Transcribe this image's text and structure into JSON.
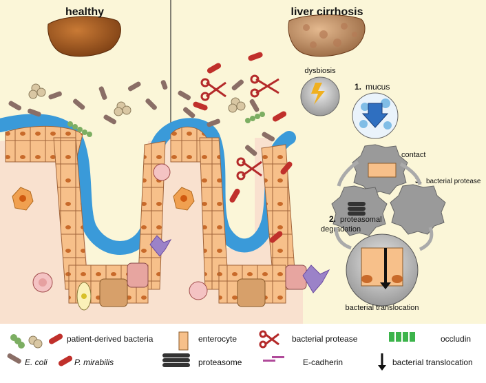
{
  "panels": {
    "healthy_title": "healthy",
    "cirrhosis_title": "liver cirrhosis"
  },
  "mechanism": {
    "dysbiosis": "dysbiosis",
    "mucus_num": "1.",
    "mucus": "mucus",
    "contact": "contact",
    "protease_num": "3.",
    "protease": "bacterial protease",
    "proteasomal_num": "2.",
    "proteasomal_line1": "proteasomal",
    "proteasomal_line2": "degradation",
    "translocation": "bacterial translocation"
  },
  "legend": {
    "patient_bacteria": "patient-derived bacteria",
    "ecoli": "E. coli",
    "pmirabilis": "P. mirabilis",
    "enterocyte": "enterocyte",
    "bacterial_protease": "bacterial protease",
    "occludin": "occludin",
    "proteasome": "proteasome",
    "ecadherin": "E-cadherin",
    "bacterial_translocation": "bacterial translocation"
  },
  "colors": {
    "background_lumen": "#fbf6d8",
    "tissue": "#f9e1cf",
    "enterocyte": "#f7c08a",
    "mucus": "#3a9ad9",
    "bacteria_red": "#c0302b",
    "ecoli": "#8a6e66",
    "scissor_red": "#b42a2a",
    "occludin_green": "#3cb44b",
    "ecadherin_purple": "#b04a9a",
    "liver_brown": "#a0561e"
  }
}
